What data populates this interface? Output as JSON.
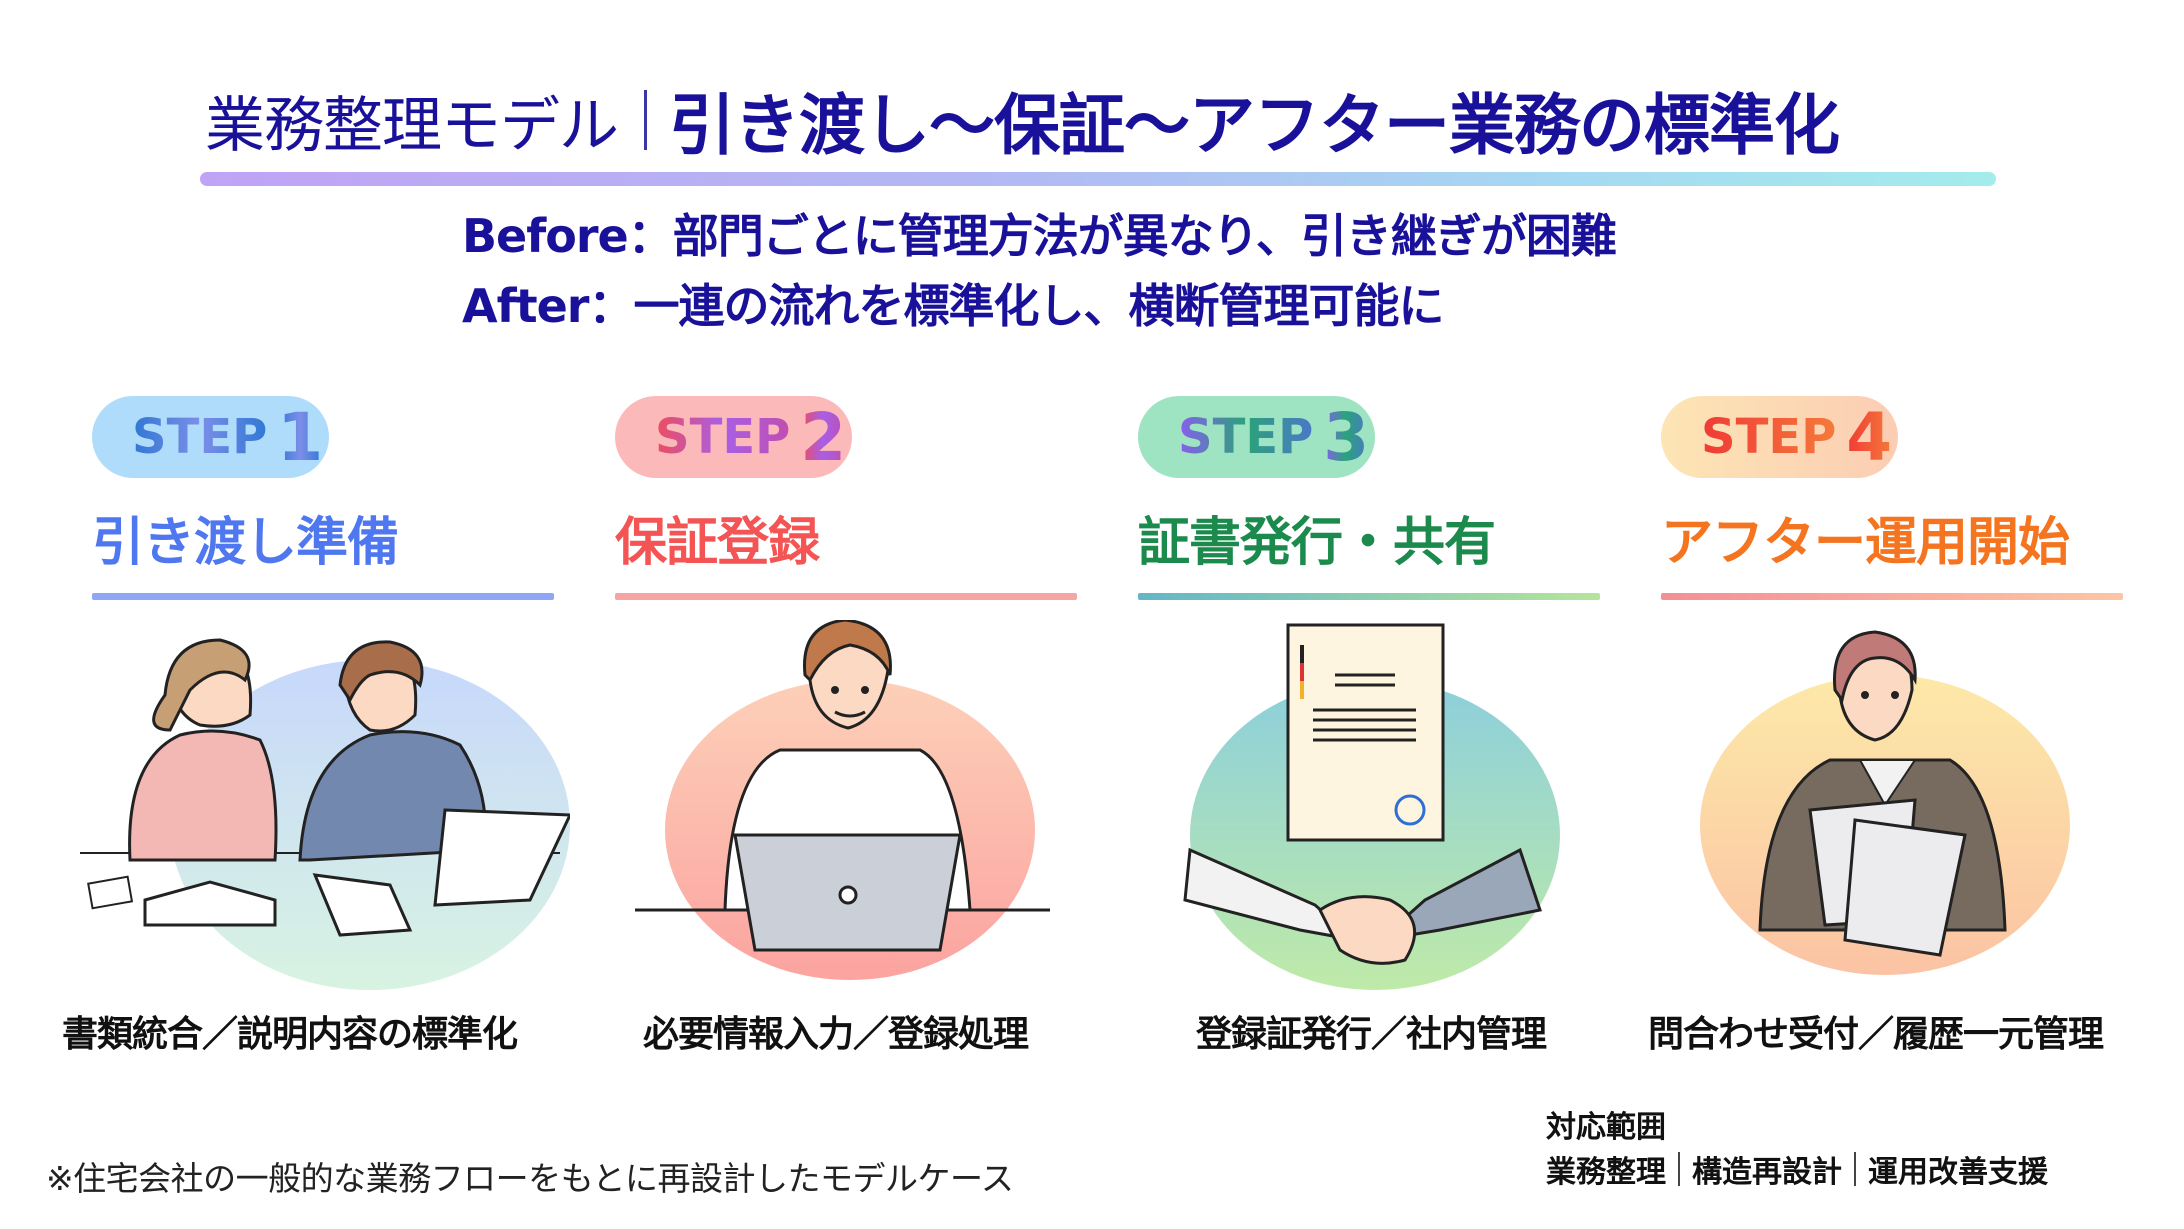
{
  "header": {
    "subtitle": "業務整理モデル",
    "title": "引き渡し〜保証〜アフター業務の標準化"
  },
  "summary": {
    "before": "Before：部門ごとに管理方法が異なり、引き継ぎが困難",
    "after": "After：一連の流れを標準化し、横断管理可能に"
  },
  "steps": [
    {
      "word": "STEP",
      "num": "1",
      "title": "引き渡し準備",
      "caption": "書類統合／説明内容の標準化",
      "color": "#4f78f0"
    },
    {
      "word": "STEP",
      "num": "2",
      "title": "保証登録",
      "caption": "必要情報入力／登録処理",
      "color": "#f45454"
    },
    {
      "word": "STEP",
      "num": "3",
      "title": "証書発行・共有",
      "caption": "登録証発行／社内管理",
      "color": "#1b8a4c"
    },
    {
      "word": "STEP",
      "num": "4",
      "title": "アフター運用開始",
      "caption": "問合わせ受付／履歴一元管理",
      "color": "#f5741f"
    }
  ],
  "scope": {
    "label": "対応範囲",
    "items": [
      "業務整理",
      "構造再設計",
      "運用改善支援"
    ]
  },
  "footnote": "※住宅会社の一般的な業務フローをもとに再設計したモデルケース"
}
